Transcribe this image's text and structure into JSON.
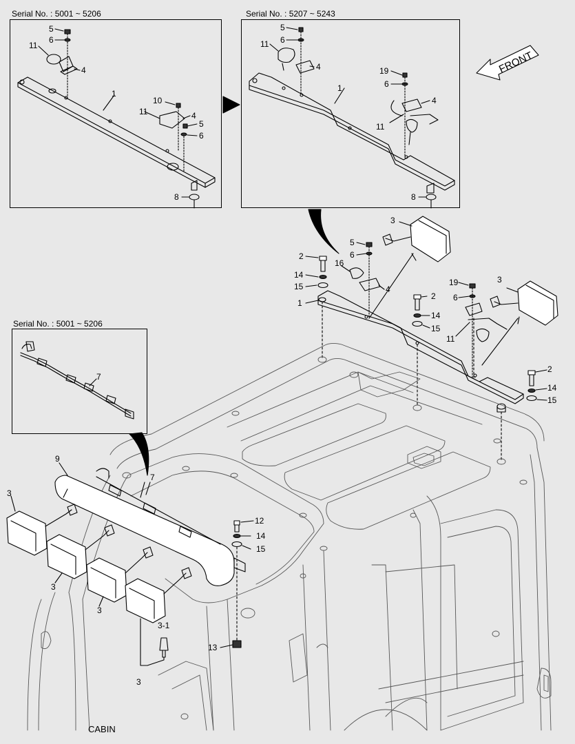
{
  "insets": {
    "top_left": {
      "serial": "Serial No. : 5001 ~ 5206"
    },
    "top_right": {
      "serial": "Serial No. : 5207 ~ 5243"
    },
    "mid_left": {
      "serial": "Serial No. : 5001 ~ 5206"
    }
  },
  "front_label": "FRONT",
  "cabin_label": "CABIN",
  "callouts": {
    "tl": [
      "5",
      "6",
      "11",
      "4",
      "1",
      "10",
      "11",
      "4",
      "5",
      "6",
      "8"
    ],
    "tr": [
      "5",
      "6",
      "11",
      "4",
      "1",
      "19",
      "6",
      "4",
      "11",
      "8"
    ],
    "main": [
      "3",
      "5",
      "2",
      "6",
      "16",
      "14",
      "15",
      "4",
      "1",
      "19",
      "3",
      "2",
      "6",
      "14",
      "15",
      "11",
      "2",
      "14",
      "15"
    ],
    "ml": [
      "7"
    ],
    "low": [
      "9",
      "7",
      "3",
      "3",
      "3",
      "3",
      "12",
      "14",
      "15",
      "3-1",
      "13",
      "3"
    ]
  }
}
